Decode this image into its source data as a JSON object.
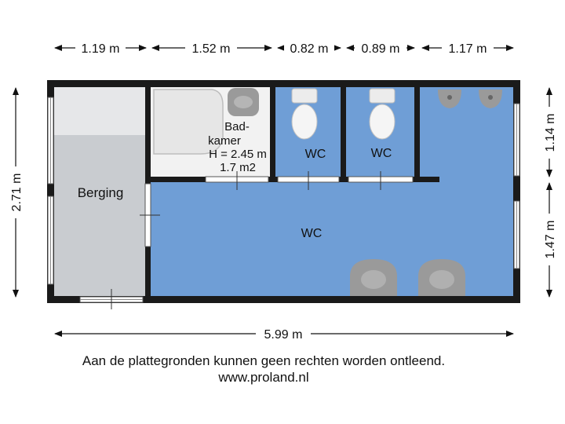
{
  "dimensions": {
    "top": [
      "1.19 m",
      "1.52 m",
      "0.82 m",
      "0.89 m",
      "1.17 m"
    ],
    "bottom": "5.99 m",
    "left": "2.71 m",
    "right_top": "1.14 m",
    "right_bottom": "1.47 m"
  },
  "rooms": {
    "berging": "Berging",
    "badkamer_line1": "Bad-",
    "badkamer_line2": "kamer",
    "badkamer_height": "H = 2.45 m",
    "badkamer_area": "1.7 m2",
    "wc1": "WC",
    "wc2": "WC",
    "wc_main": "WC"
  },
  "footer": {
    "disclaimer": "Aan de plattegronden kunnen geen rechten worden ontleend.",
    "website": "www.proland.nl"
  },
  "colors": {
    "wall": "#1a1a1a",
    "blue_floor": "#6f9ed6",
    "grey_floor": "#c9ccd0",
    "white_floor": "#f2f2f2",
    "fixture": "#9a9a9a"
  }
}
